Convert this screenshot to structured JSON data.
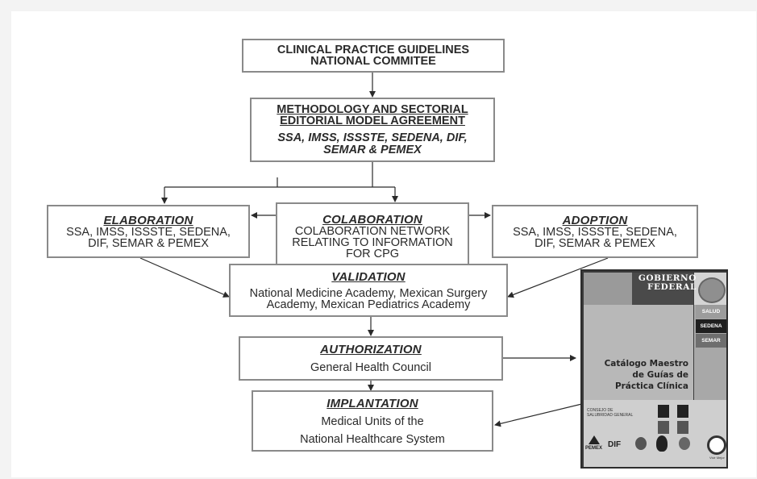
{
  "nodes": {
    "committee": {
      "line1": "CLINICAL PRACTICE GUIDELINES",
      "line2": "NATIONAL COMMITEE"
    },
    "methodology": {
      "title1": "METHODOLOGY AND SECTORIAL",
      "title2": "EDITORIAL MODEL AGREEMENT",
      "body1": "SSA, IMSS, ISSSTE, SEDENA, DIF,",
      "body2": "SEMAR & PEMEX"
    },
    "elaboration": {
      "title": "ELABORATION",
      "body1": "SSA, IMSS, ISSSTE, SEDENA,",
      "body2": "DIF, SEMAR & PEMEX"
    },
    "collaboration": {
      "title": "COLABORATION",
      "body1": "COLABORATION NETWORK",
      "body2": "RELATING TO INFORMATION",
      "body3": "FOR CPG"
    },
    "adoption": {
      "title": "ADOPTION",
      "body1": "SSA, IMSS, ISSSTE, SEDENA,",
      "body2": "DIF, SEMAR & PEMEX"
    },
    "validation": {
      "title": "VALIDATION",
      "body1": "National Medicine Academy, Mexican Surgery",
      "body2": "Academy, Mexican Pediatrics Academy"
    },
    "authorization": {
      "title": "AUTHORIZATION",
      "body": "General Health Council"
    },
    "implantation": {
      "title": "IMPLANTATION",
      "body1": "Medical Units of the",
      "body2": "National Healthcare System"
    }
  },
  "cover": {
    "gobierno1": "GOBIERNO",
    "gobierno2": "FEDERAL",
    "tab1": "SALUD",
    "tab2": "SEDENA",
    "tab3": "SEMAR",
    "title1": "Catálogo Maestro",
    "title2": "de Guías de",
    "title3": "Práctica Clínica",
    "council1": "CONSEJO DE",
    "council2": "SALUBRIDAD GENERAL",
    "pemex": "PEMEX",
    "dif": "DIF",
    "vivir": "Vivir Mejor"
  },
  "colors": {
    "border": "#8a8a8a",
    "text": "#2a2a2a",
    "arrow": "#2a2a2a",
    "cover_dark": "#3b3b3b"
  }
}
